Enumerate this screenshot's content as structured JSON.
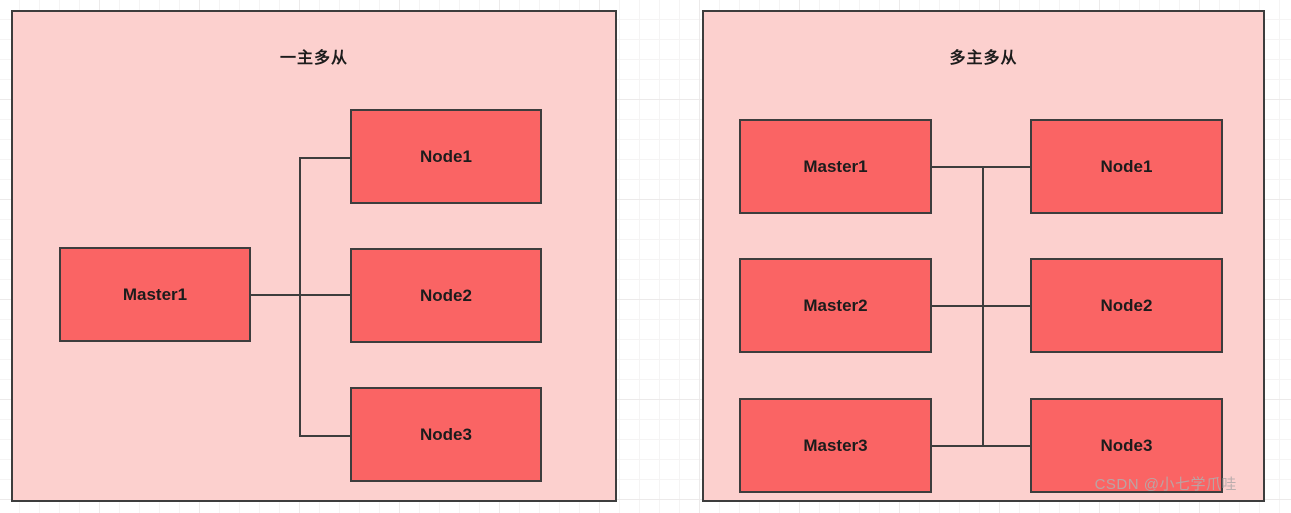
{
  "diagram": {
    "background": "#ffffff",
    "grid_color": "#f0efef",
    "panel_fill": "#fcd0ce",
    "node_fill": "#fa6464",
    "border_color": "#3d3d3d",
    "panels": [
      {
        "id": "single-master",
        "title": "一主多从",
        "masters": [
          {
            "label": "Master1"
          }
        ],
        "nodes": [
          {
            "label": "Node1"
          },
          {
            "label": "Node2"
          },
          {
            "label": "Node3"
          }
        ]
      },
      {
        "id": "multi-master",
        "title": "多主多从",
        "masters": [
          {
            "label": "Master1"
          },
          {
            "label": "Master2"
          },
          {
            "label": "Master3"
          }
        ],
        "nodes": [
          {
            "label": "Node1"
          },
          {
            "label": "Node2"
          },
          {
            "label": "Node3"
          }
        ]
      }
    ]
  },
  "watermark": {
    "text": "CSDN @小七学爪哇"
  }
}
